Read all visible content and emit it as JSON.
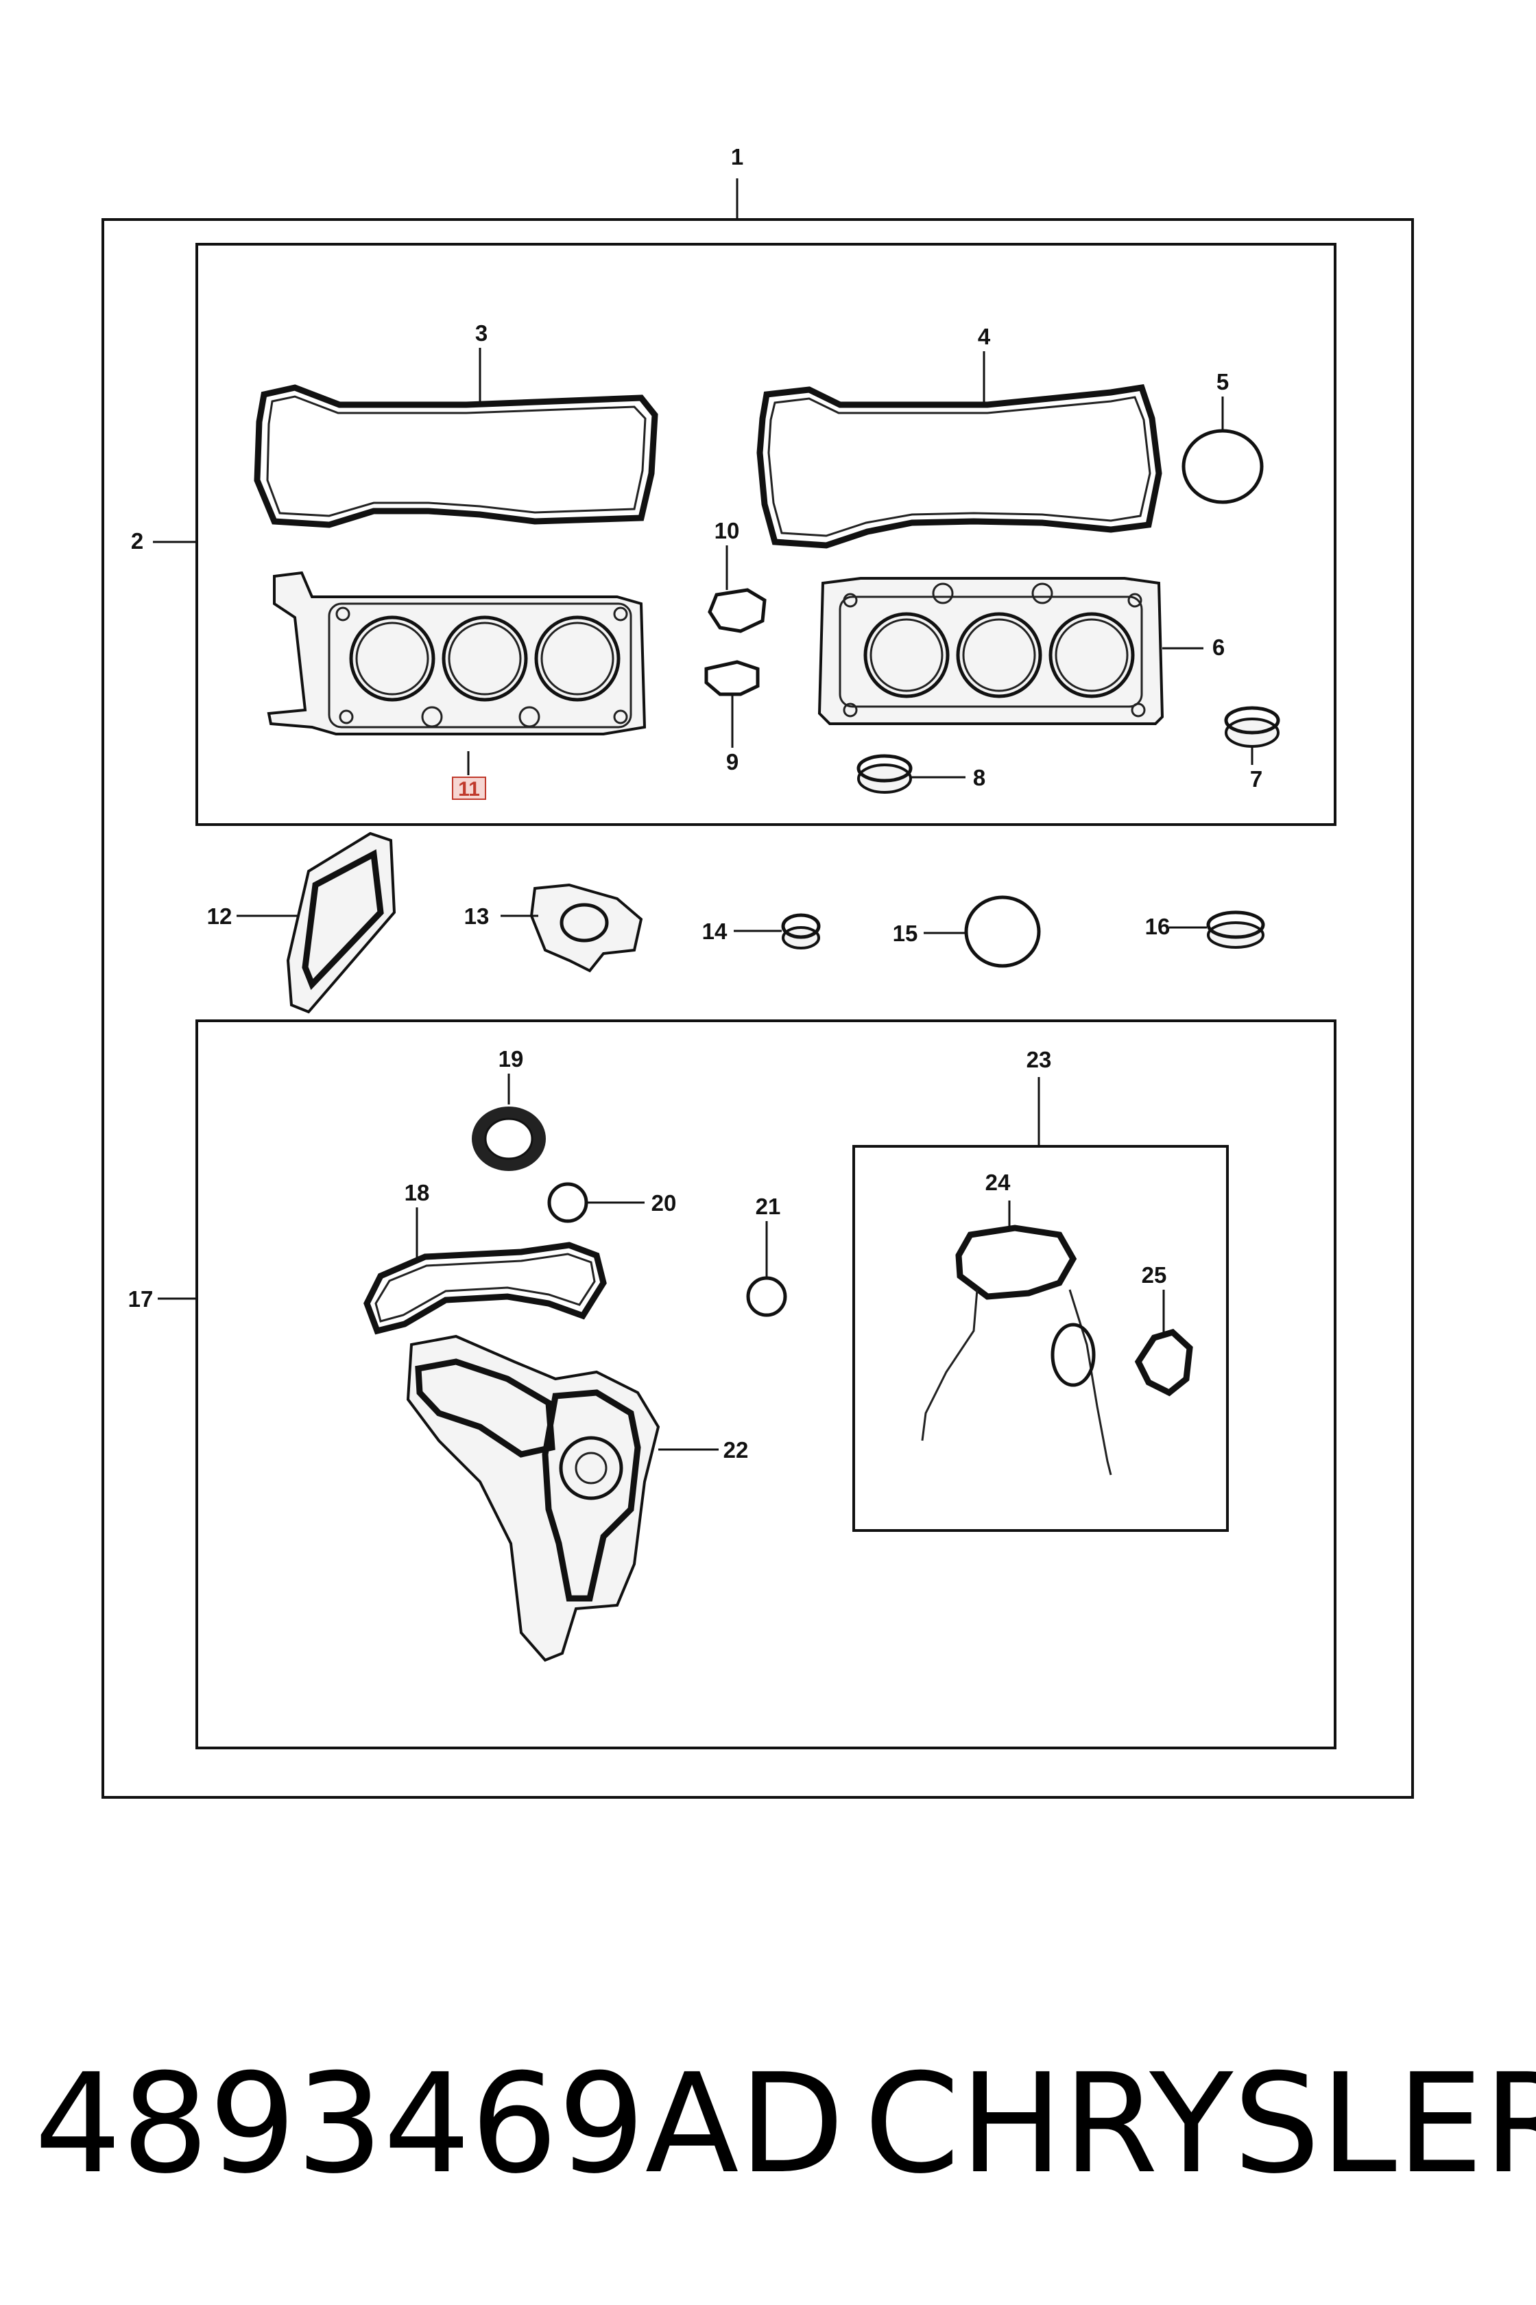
{
  "diagram": {
    "callouts": {
      "c1": "1",
      "c2": "2",
      "c3": "3",
      "c4": "4",
      "c5": "5",
      "c6": "6",
      "c7": "7",
      "c8": "8",
      "c9": "9",
      "c10": "10",
      "c11": "11",
      "c12": "12",
      "c13": "13",
      "c14": "14",
      "c15": "15",
      "c16": "16",
      "c17": "17",
      "c18": "18",
      "c19": "19",
      "c20": "20",
      "c21": "21",
      "c22": "22",
      "c23": "23",
      "c24": "24",
      "c25": "25"
    },
    "highlighted_callout": "11",
    "highlight_color": "#c0392b"
  },
  "caption": {
    "part_number": "4893469AD",
    "brand": "CHRYSLER"
  }
}
